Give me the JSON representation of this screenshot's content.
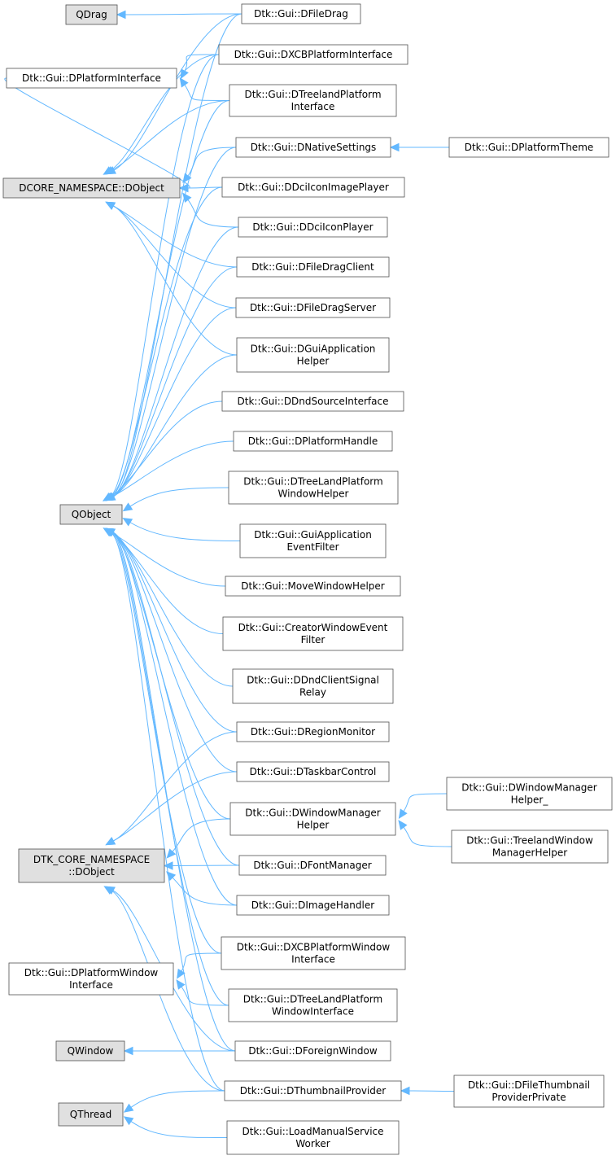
{
  "colors": {
    "edge": "#63b8ff",
    "external_fill": "#e0e0e0",
    "class_fill": "#ffffff",
    "border": "#505050"
  },
  "nodes": {
    "qdrag": {
      "lines": [
        "QDrag"
      ],
      "external": true
    },
    "dplatforminterface": {
      "lines": [
        "Dtk::Gui::DPlatformInterface"
      ],
      "external": false
    },
    "dcore_dobject": {
      "lines": [
        "DCORE_NAMESPACE::DObject"
      ],
      "external": true
    },
    "qobject": {
      "lines": [
        "QObject"
      ],
      "external": true
    },
    "dtk_core_dobject": {
      "lines": [
        "DTK_CORE_NAMESPACE",
        "::DObject"
      ],
      "external": true
    },
    "dplatformwindowinterface": {
      "lines": [
        "Dtk::Gui::DPlatformWindow",
        "Interface"
      ],
      "external": false
    },
    "qwindow": {
      "lines": [
        "QWindow"
      ],
      "external": true
    },
    "qthread": {
      "lines": [
        "QThread"
      ],
      "external": true
    },
    "dfiledrag": {
      "lines": [
        "Dtk::Gui::DFileDrag"
      ],
      "external": false
    },
    "dxcbplatforminterface": {
      "lines": [
        "Dtk::Gui::DXCBPlatformInterface"
      ],
      "external": false
    },
    "dtreelandplatforminterface": {
      "lines": [
        "Dtk::Gui::DTreelandPlatform",
        "Interface"
      ],
      "external": false
    },
    "dnativesettings": {
      "lines": [
        "Dtk::Gui::DNativeSettings"
      ],
      "external": false
    },
    "ddciiconimageplayer": {
      "lines": [
        "Dtk::Gui::DDciIconImagePlayer"
      ],
      "external": false
    },
    "ddciiconplayer": {
      "lines": [
        "Dtk::Gui::DDciIconPlayer"
      ],
      "external": false
    },
    "dfiledragclient": {
      "lines": [
        "Dtk::Gui::DFileDragClient"
      ],
      "external": false
    },
    "dfiledragserver": {
      "lines": [
        "Dtk::Gui::DFileDragServer"
      ],
      "external": false
    },
    "dguiapplicationhelper": {
      "lines": [
        "Dtk::Gui::DGuiApplication",
        "Helper"
      ],
      "external": false
    },
    "ddndsourceinterface": {
      "lines": [
        "Dtk::Gui::DDndSourceInterface"
      ],
      "external": false
    },
    "dplatformhandle": {
      "lines": [
        "Dtk::Gui::DPlatformHandle"
      ],
      "external": false
    },
    "dtreelandplatformwindowhelper": {
      "lines": [
        "Dtk::Gui::DTreeLandPlatform",
        "WindowHelper"
      ],
      "external": false
    },
    "guiapplicationeventfilter": {
      "lines": [
        "Dtk::Gui::GuiApplication",
        "EventFilter"
      ],
      "external": false
    },
    "movewindowhelper": {
      "lines": [
        "Dtk::Gui::MoveWindowHelper"
      ],
      "external": false
    },
    "creatorwindoweventfilter": {
      "lines": [
        "Dtk::Gui::CreatorWindowEvent",
        "Filter"
      ],
      "external": false
    },
    "ddndclientsignalrelay": {
      "lines": [
        "Dtk::Gui::DDndClientSignal",
        "Relay"
      ],
      "external": false
    },
    "dregionmonitor": {
      "lines": [
        "Dtk::Gui::DRegionMonitor"
      ],
      "external": false
    },
    "dtaskbarcontrol": {
      "lines": [
        "Dtk::Gui::DTaskbarControl"
      ],
      "external": false
    },
    "dwindowmanagerhelper": {
      "lines": [
        "Dtk::Gui::DWindowManager",
        "Helper"
      ],
      "external": false
    },
    "dfontmanager": {
      "lines": [
        "Dtk::Gui::DFontManager"
      ],
      "external": false
    },
    "dimagehandler": {
      "lines": [
        "Dtk::Gui::DImageHandler"
      ],
      "external": false
    },
    "dxcbplatformwindowinterface": {
      "lines": [
        "Dtk::Gui::DXCBPlatformWindow",
        "Interface"
      ],
      "external": false
    },
    "dtreelandplatformwindowinterface": {
      "lines": [
        "Dtk::Gui::DTreeLandPlatform",
        "WindowInterface"
      ],
      "external": false
    },
    "dforeignwindow": {
      "lines": [
        "Dtk::Gui::DForeignWindow"
      ],
      "external": false
    },
    "dthumbnailprovider": {
      "lines": [
        "Dtk::Gui::DThumbnailProvider"
      ],
      "external": false
    },
    "loadmanualserviceworker": {
      "lines": [
        "Dtk::Gui::LoadManualService",
        "Worker"
      ],
      "external": false
    },
    "dplatformtheme": {
      "lines": [
        "Dtk::Gui::DPlatformTheme"
      ],
      "external": false
    },
    "dwindowmanagerhelper_": {
      "lines": [
        "Dtk::Gui::DWindowManager",
        "Helper_"
      ],
      "external": false
    },
    "treelandwindowmanagerhelper": {
      "lines": [
        "Dtk::Gui::TreelandWindow",
        "ManagerHelper"
      ],
      "external": false
    },
    "dfilethumbnailproviderprivate": {
      "lines": [
        "Dtk::Gui::DFileThumbnail",
        "ProviderPrivate"
      ],
      "external": false
    }
  },
  "edges": [
    {
      "from": "dfiledrag",
      "to": "qdrag"
    },
    {
      "from": "dxcbplatforminterface",
      "to": "dplatforminterface"
    },
    {
      "from": "dtreelandplatforminterface",
      "to": "dplatforminterface"
    },
    {
      "from": "dfiledrag",
      "to": "dcore_dobject"
    },
    {
      "from": "dxcbplatforminterface",
      "to": "dcore_dobject"
    },
    {
      "from": "dtreelandplatforminterface",
      "to": "dcore_dobject"
    },
    {
      "from": "dnativesettings",
      "to": "dcore_dobject"
    },
    {
      "from": "ddciiconimageplayer",
      "to": "dcore_dobject"
    },
    {
      "from": "ddciiconplayer",
      "to": "dcore_dobject"
    },
    {
      "from": "dfiledragclient",
      "to": "dcore_dobject"
    },
    {
      "from": "dfiledragserver",
      "to": "dcore_dobject"
    },
    {
      "from": "dguiapplicationhelper",
      "to": "dcore_dobject"
    },
    {
      "from": "dplatforminterface",
      "to": "dcore_dobject"
    },
    {
      "from": "dfiledrag",
      "to": "qobject"
    },
    {
      "from": "dxcbplatforminterface",
      "to": "qobject"
    },
    {
      "from": "dtreelandplatforminterface",
      "to": "qobject"
    },
    {
      "from": "dnativesettings",
      "to": "qobject"
    },
    {
      "from": "ddciiconimageplayer",
      "to": "qobject"
    },
    {
      "from": "ddciiconplayer",
      "to": "qobject"
    },
    {
      "from": "dfiledragclient",
      "to": "qobject"
    },
    {
      "from": "dfiledragserver",
      "to": "qobject"
    },
    {
      "from": "dguiapplicationhelper",
      "to": "qobject"
    },
    {
      "from": "ddndsourceinterface",
      "to": "qobject"
    },
    {
      "from": "dplatformhandle",
      "to": "qobject"
    },
    {
      "from": "dtreelandplatformwindowhelper",
      "to": "qobject"
    },
    {
      "from": "guiapplicationeventfilter",
      "to": "qobject"
    },
    {
      "from": "movewindowhelper",
      "to": "qobject"
    },
    {
      "from": "creatorwindoweventfilter",
      "to": "qobject"
    },
    {
      "from": "ddndclientsignalrelay",
      "to": "qobject"
    },
    {
      "from": "dregionmonitor",
      "to": "qobject"
    },
    {
      "from": "dtaskbarcontrol",
      "to": "qobject"
    },
    {
      "from": "dwindowmanagerhelper",
      "to": "qobject"
    },
    {
      "from": "dfontmanager",
      "to": "qobject"
    },
    {
      "from": "dimagehandler",
      "to": "qobject"
    },
    {
      "from": "dxcbplatformwindowinterface",
      "to": "qobject"
    },
    {
      "from": "dtreelandplatformwindowinterface",
      "to": "qobject"
    },
    {
      "from": "dforeignwindow",
      "to": "qobject"
    },
    {
      "from": "dthumbnailprovider",
      "to": "qobject"
    },
    {
      "from": "dregionmonitor",
      "to": "dtk_core_dobject"
    },
    {
      "from": "dtaskbarcontrol",
      "to": "dtk_core_dobject"
    },
    {
      "from": "dwindowmanagerhelper",
      "to": "dtk_core_dobject"
    },
    {
      "from": "dfontmanager",
      "to": "dtk_core_dobject"
    },
    {
      "from": "dimagehandler",
      "to": "dtk_core_dobject"
    },
    {
      "from": "dforeignwindow",
      "to": "dtk_core_dobject"
    },
    {
      "from": "dthumbnailprovider",
      "to": "dtk_core_dobject"
    },
    {
      "from": "dxcbplatformwindowinterface",
      "to": "dplatformwindowinterface"
    },
    {
      "from": "dtreelandplatformwindowinterface",
      "to": "dplatformwindowinterface"
    },
    {
      "from": "dforeignwindow",
      "to": "qwindow"
    },
    {
      "from": "dthumbnailprovider",
      "to": "qthread"
    },
    {
      "from": "loadmanualserviceworker",
      "to": "qthread"
    },
    {
      "from": "dplatformtheme",
      "to": "dnativesettings"
    },
    {
      "from": "dwindowmanagerhelper_",
      "to": "dwindowmanagerhelper"
    },
    {
      "from": "treelandwindowmanagerhelper",
      "to": "dwindowmanagerhelper"
    },
    {
      "from": "dfilethumbnailproviderprivate",
      "to": "dthumbnailprovider"
    }
  ]
}
